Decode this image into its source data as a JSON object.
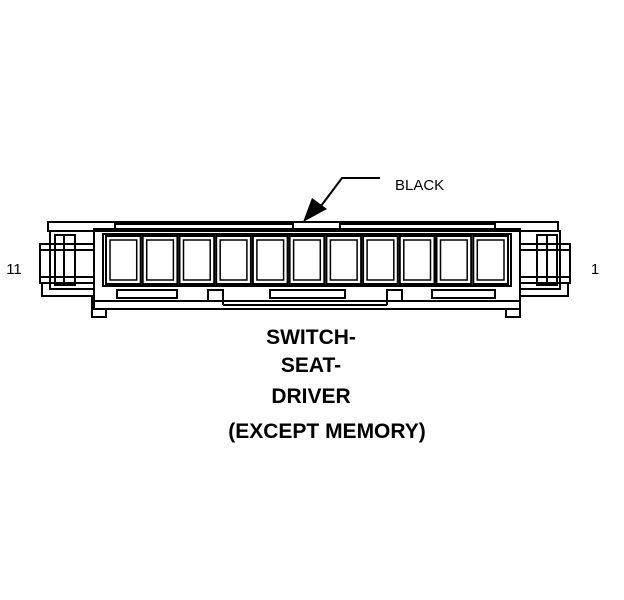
{
  "connector": {
    "pin_left": "11",
    "pin_right": "1",
    "color_label": "BLACK",
    "cavity_count": 11
  },
  "caption": {
    "lines": [
      "SWITCH-",
      "SEAT-",
      "DRIVER"
    ],
    "note": "(EXCEPT MEMORY)"
  }
}
